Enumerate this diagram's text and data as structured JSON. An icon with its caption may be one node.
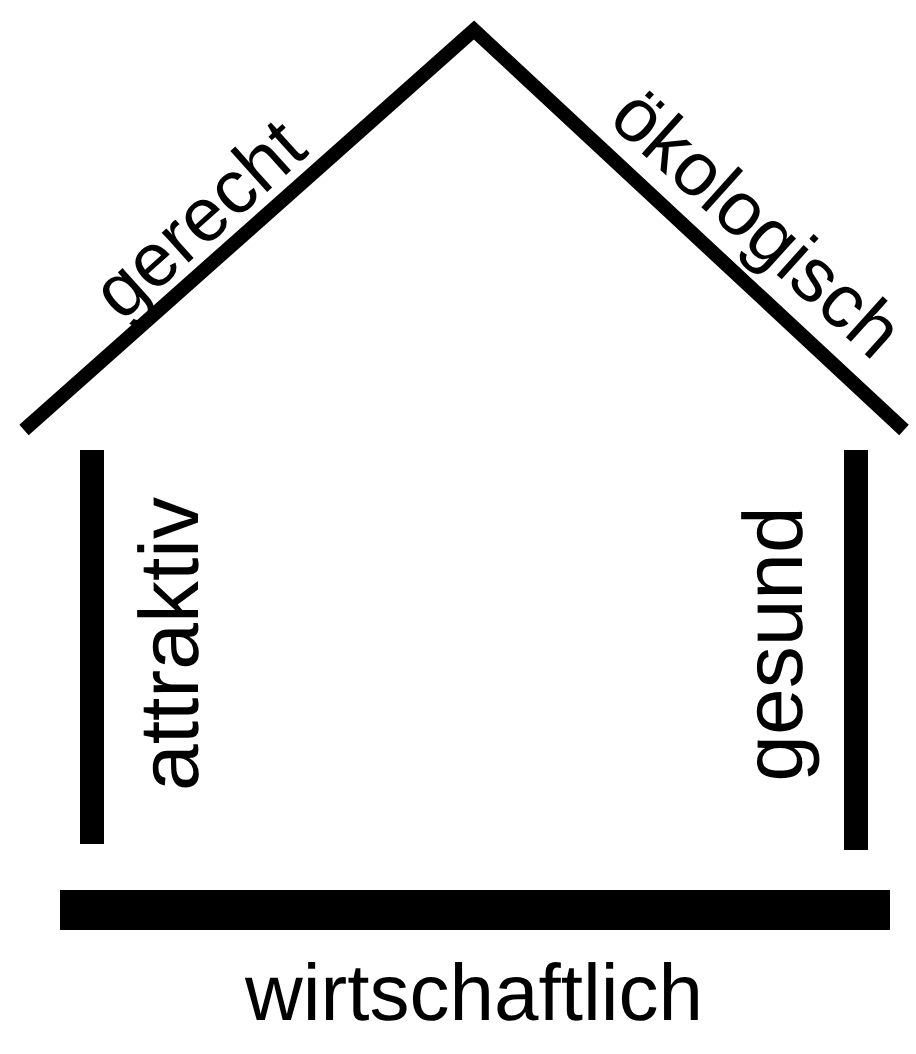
{
  "diagram": {
    "labels": [
      "gerecht",
      "ökologisch",
      "attraktiv",
      "gesund",
      "wirtschaftlich"
    ]
  }
}
